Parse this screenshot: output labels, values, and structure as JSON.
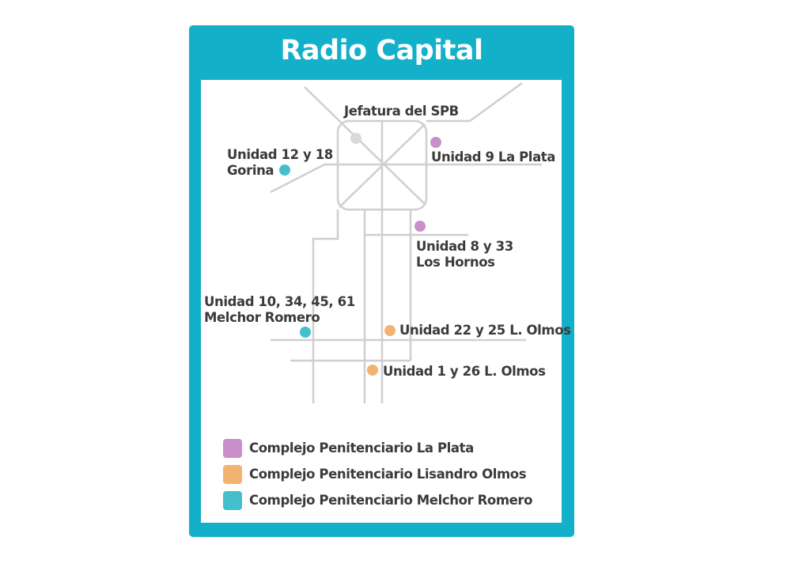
{
  "title": "Radio Capital",
  "map": {
    "hq": {
      "label": "Jefatura del SPB",
      "color": "#d9d9d9"
    },
    "units": [
      {
        "line1": "Unidad 9 La Plata",
        "line2": "",
        "complex": "la-plata"
      },
      {
        "line1": "Unidad 12 y 18",
        "line2": "Gorina",
        "complex": "melchor-romero"
      },
      {
        "line1": "Unidad 8 y 33",
        "line2": "Los Hornos",
        "complex": "la-plata"
      },
      {
        "line1": "Unidad 10, 34, 45, 61",
        "line2": "Melchor Romero",
        "complex": "melchor-romero"
      },
      {
        "line1": "Unidad 22 y 25 L. Olmos",
        "line2": "",
        "complex": "lisandro-olmos"
      },
      {
        "line1": "Unidad 1 y 26 L. Olmos",
        "line2": "",
        "complex": "lisandro-olmos"
      }
    ]
  },
  "legend": [
    {
      "label": "Complejo Penitenciario La Plata",
      "color": "#c98fc9"
    },
    {
      "label": "Complejo Penitenciario Lisandro Olmos",
      "color": "#f2b370"
    },
    {
      "label": "Complejo Penitenciario Melchor Romero",
      "color": "#46bfcc"
    }
  ],
  "colors": {
    "frame": "#12b0c9",
    "road": "#cfcfcf"
  }
}
